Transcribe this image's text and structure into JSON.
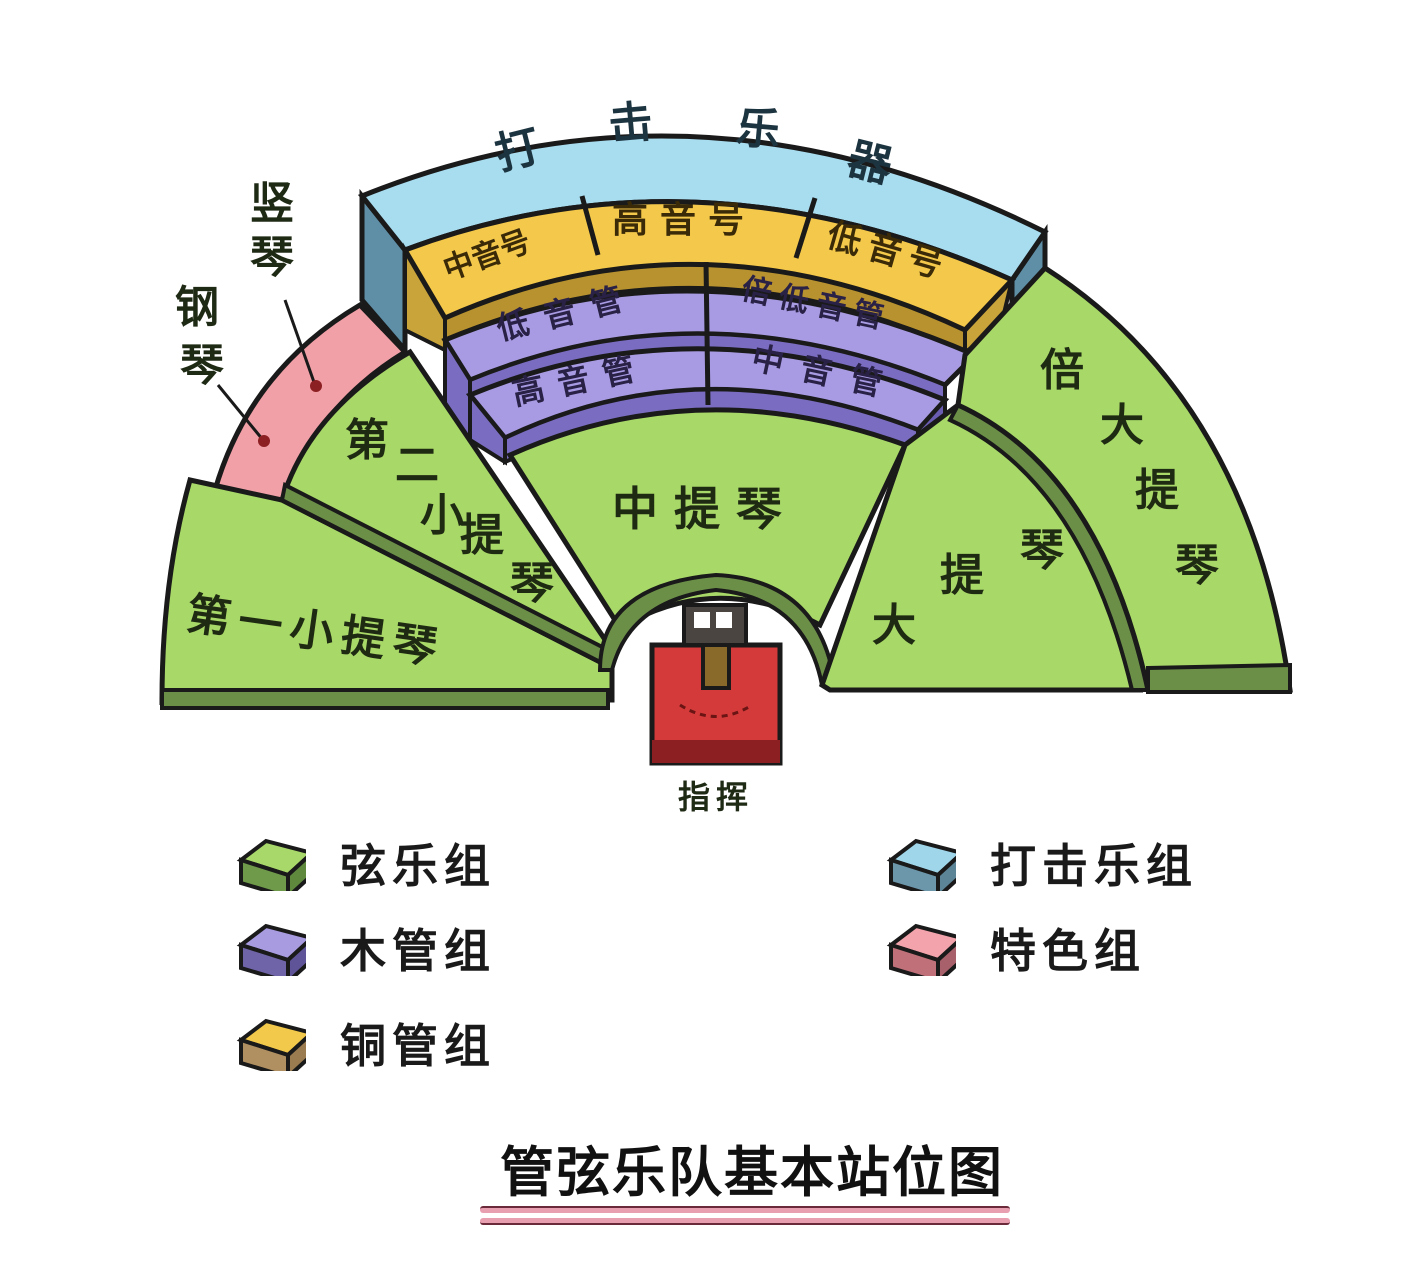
{
  "title": "管弦乐队基本站位图",
  "conductor": {
    "label": "指挥",
    "colors": {
      "podium": "#d43a3a",
      "podium_dark": "#8c1f22",
      "stand": "#8a6a2a"
    }
  },
  "sections": {
    "percussion": {
      "label": "打击乐器",
      "group": "打击乐组"
    },
    "brass": [
      {
        "label": "中音号",
        "group": "铜管组"
      },
      {
        "label": "高音号",
        "group": "铜管组"
      },
      {
        "label": "低音号",
        "group": "铜管组"
      }
    ],
    "woodwinds": [
      {
        "label": "低音管",
        "group": "木管组"
      },
      {
        "label": "倍低音管",
        "group": "木管组"
      },
      {
        "label": "高音管",
        "group": "木管组"
      },
      {
        "label": "中音管",
        "group": "木管组"
      }
    ],
    "strings": [
      {
        "label": "第一小提琴",
        "group": "弦乐组"
      },
      {
        "label": "第二小提琴",
        "group": "弦乐组"
      },
      {
        "label": "中提琴",
        "group": "弦乐组"
      },
      {
        "label": "大提琴",
        "group": "弦乐组"
      },
      {
        "label": "倍大提琴",
        "group": "弦乐组"
      }
    ],
    "special": {
      "group": "特色组",
      "callouts": [
        {
          "label": "竖琴"
        },
        {
          "label": "钢琴"
        }
      ]
    }
  },
  "legend": [
    {
      "label": "弦乐组",
      "color": "#a9d86a",
      "side": "#6f9a4a"
    },
    {
      "label": "木管组",
      "color": "#a89be0",
      "side": "#6f64a8"
    },
    {
      "label": "铜管组",
      "color": "#f2c94a",
      "side": "#b09060"
    },
    {
      "label": "打击乐组",
      "color": "#9fd6ea",
      "side": "#6c96aa"
    },
    {
      "label": "特色组",
      "color": "#f2a3ab",
      "side": "#c07079"
    }
  ],
  "colors": {
    "strings": "#a8d868",
    "strings_side": "#6c8f48",
    "woodwinds": "#a99be3",
    "woodwinds_side": "#7a6cc0",
    "brass": "#f4c84a",
    "brass_side": "#b8922e",
    "percussion": "#a8dcef",
    "percussion_side": "#5e8fa6",
    "special": "#f2a0a8",
    "outline": "#1a1a1a",
    "title_underline": "#e8a0b0"
  }
}
